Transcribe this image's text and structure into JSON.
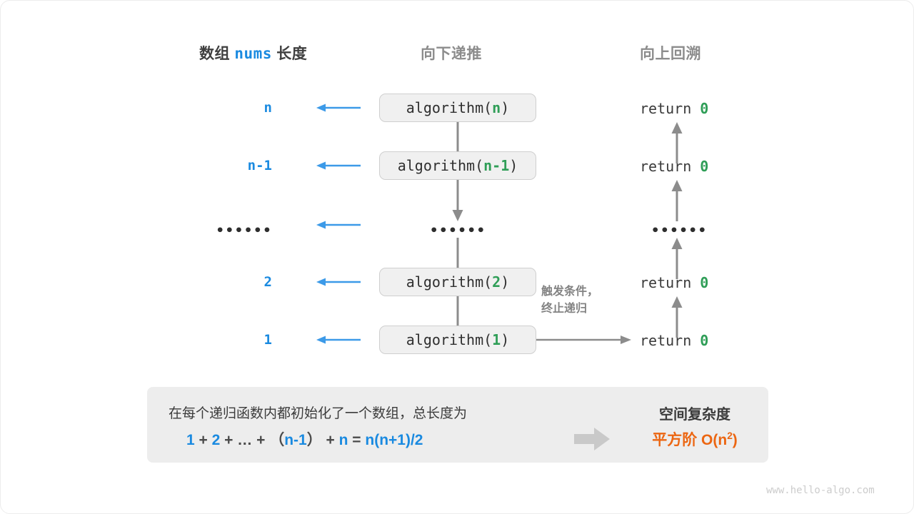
{
  "headers": {
    "left_prefix": "数组",
    "left_code": "nums",
    "left_suffix": "长度",
    "middle": "向下递推",
    "right": "向上回溯"
  },
  "rows": [
    {
      "length": "n",
      "call_name": "algorithm",
      "call_arg": "n",
      "return_text": "return",
      "return_value": "0"
    },
    {
      "length": "n-1",
      "call_name": "algorithm",
      "call_arg": "n-1",
      "return_text": "return",
      "return_value": "0"
    },
    {
      "length": "……",
      "call_name": "……",
      "call_arg": "",
      "return_text": "……",
      "return_value": ""
    },
    {
      "length": "2",
      "call_name": "algorithm",
      "call_arg": "2",
      "return_text": "return",
      "return_value": "0"
    },
    {
      "length": "1",
      "call_name": "algorithm",
      "call_arg": "1",
      "return_text": "return",
      "return_value": "0"
    }
  ],
  "ellipsis": "••••••",
  "note": {
    "line1": "触发条件，",
    "line2": "终止递归"
  },
  "summary": {
    "text": "在每个递归函数内都初始化了一个数组，总长度为",
    "formula_parts": [
      {
        "t": "1",
        "blue": true
      },
      {
        "t": " + ",
        "blue": false
      },
      {
        "t": "2",
        "blue": true
      },
      {
        "t": " + ",
        "blue": false
      },
      {
        "t": "…",
        "blue": false
      },
      {
        "t": " + ",
        "blue": false
      },
      {
        "t": "（",
        "blue": false
      },
      {
        "t": "n-1",
        "blue": true
      },
      {
        "t": "）",
        "blue": false
      },
      {
        "t": " + ",
        "blue": false
      },
      {
        "t": "n",
        "blue": true
      },
      {
        "t": "  =  ",
        "blue": false
      },
      {
        "t": "n(n+1)/2",
        "blue": true
      }
    ],
    "result_title": "空间复杂度",
    "result_value_prefix": "平方阶  O(n",
    "result_value_sup": "2",
    "result_value_suffix": ")"
  },
  "footer": "www.hello-algo.com",
  "colors": {
    "blue": "#1a8ae0",
    "green": "#2f9e57",
    "orange": "#ec6612",
    "gray_arrow": "#8c8c8c",
    "box_fill": "#f0f0f0",
    "panel_fill": "#ededed"
  }
}
